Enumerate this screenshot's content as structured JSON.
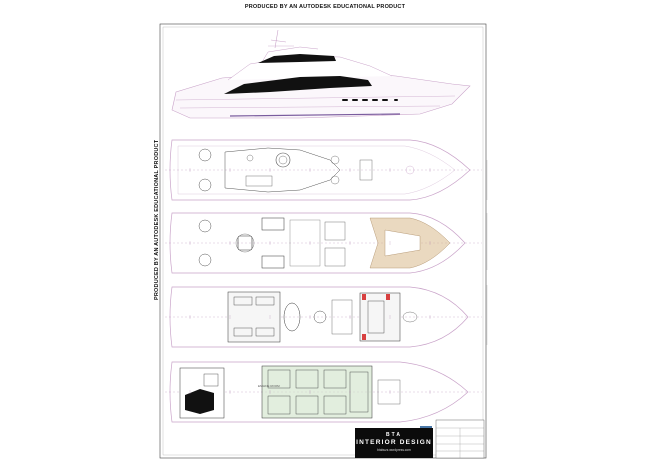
{
  "sheet": {
    "watermark_top": "PRODUCED BY AN AUTODESK EDUCATIONAL PRODUCT",
    "watermark_side": "PRODUCED BY AN AUTODESK EDUCATIONAL PRODUCT"
  },
  "title_block": {
    "logo_line1": "BTA",
    "logo_line2": "INTERIOR DESIGN",
    "logo_line3": "btabuzz.wordpress.com"
  },
  "lower_deck": {
    "label": "ENGINE ROOM"
  },
  "colors": {
    "hull_outline": "#c9a3c9",
    "grid_lines": "#b58bb5",
    "linework": "#555555",
    "glass": "#111111",
    "teak": "#d9b98c",
    "accent_red": "#d84040",
    "floor_green": "#cfe3c8"
  }
}
